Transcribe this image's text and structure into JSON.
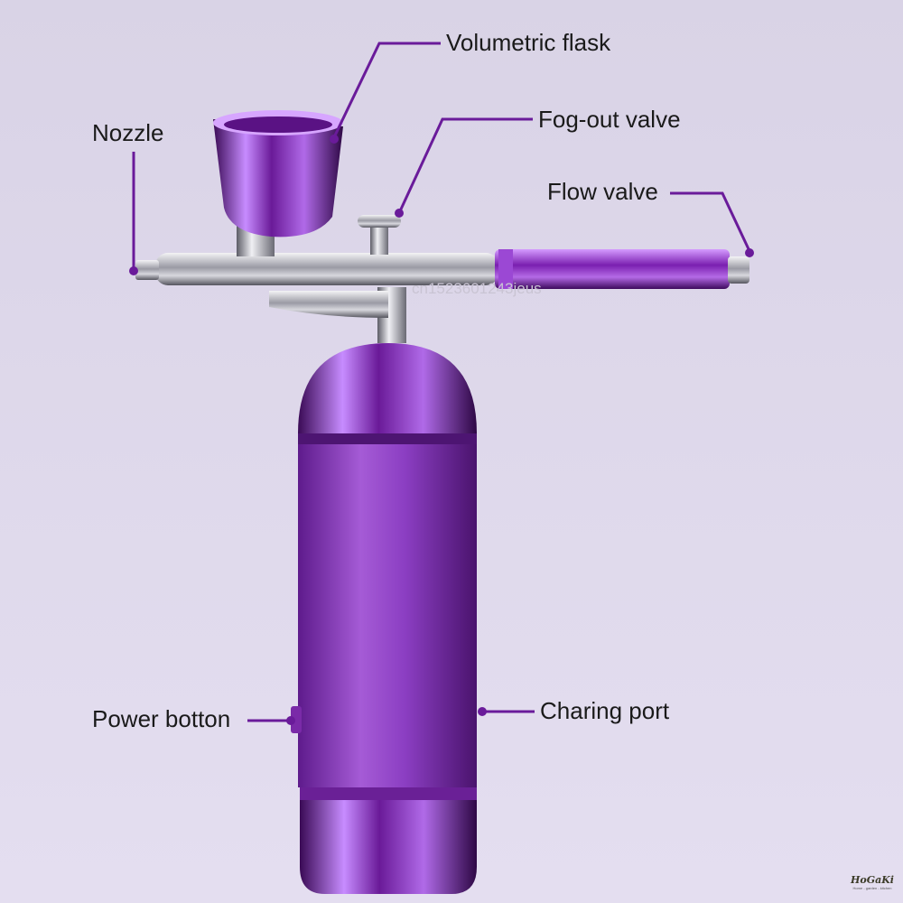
{
  "labels": {
    "volumetric_flask": "Volumetric flask",
    "nozzle": "Nozzle",
    "fog_out_valve": "Fog-out valve",
    "flow_valve": "Flow valve",
    "power_button": "Power botton",
    "charging_port": "Charing port"
  },
  "watermark": "cn1523601243jeus",
  "logo": {
    "name": "HoGaKi",
    "tagline": "Home - garden - kitchen"
  },
  "colors": {
    "accent": "#7b1fa2",
    "body": "#8e3fc6",
    "metal": "#b8b8c0",
    "background": "#ddd7ea"
  }
}
